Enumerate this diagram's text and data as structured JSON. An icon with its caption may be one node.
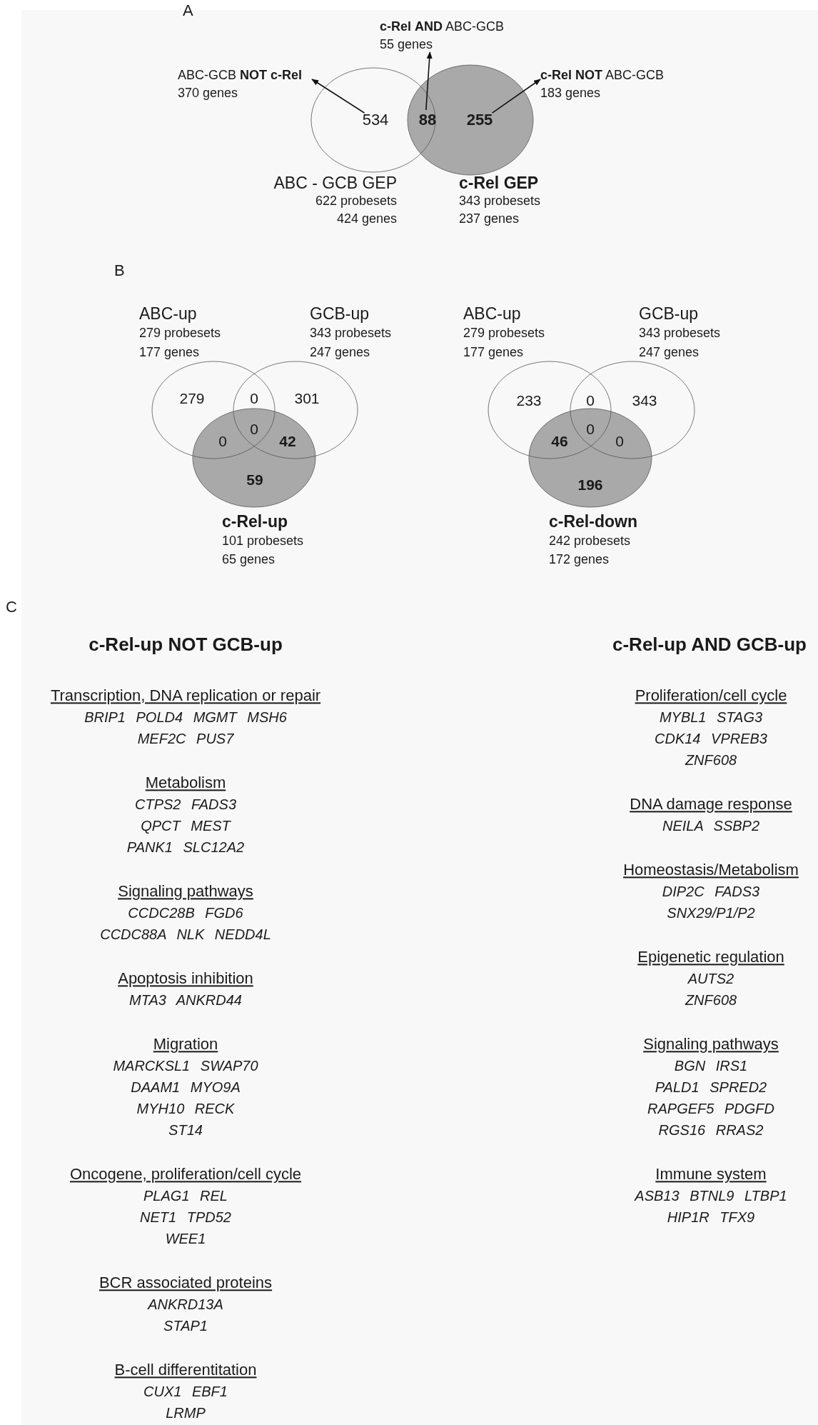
{
  "diagram": {
    "nodes": [
      {
        "text": [
          "ABC - GCB GEP",
          "622 probesets",
          "424 genes"
        ]
      },
      {
        "text": [
          "c-Rel GEP",
          "343 probesets",
          "237 genes"
        ]
      },
      {
        "text": [
          "534"
        ],
        "in": 0
      },
      {
        "text": [
          "88"
        ]
      },
      {
        "text": [
          "255"
        ],
        "in": 1
      },
      {
        "text": [
          "ABC-GCB **NOT** **c-Rel**",
          "370 genes"
        ]
      },
      {
        "text": [
          "**c-Rel** **AND** ABC-GCB",
          "55 genes"
        ]
      },
      {
        "text": [
          "**c-Rel** **NOT** ABC-GCB",
          "183 genes"
        ]
      },
      {
        "text": [
          "ABC-up",
          "279 probesets",
          "177 genes"
        ]
      },
      {
        "text": [
          "GCB-up",
          "343 probesets",
          "247 genes"
        ]
      },
      {
        "text": [
          "c-Rel-up",
          "101 probesets",
          "65 genes"
        ]
      },
      {
        "text": [
          "ABC-up",
          "279 probesets",
          "177 genes"
        ]
      },
      {
        "text": [
          "GCB-up",
          "343 probesets",
          "247 genes"
        ]
      },
      {
        "text": [
          "c-Rel-down",
          "242 probesets",
          "172 genes"
        ]
      }
    ],
    "edges": [
      {
        "from": 2,
        "to": 5,
        "arrow": "to"
      },
      {
        "from": 3,
        "to": 6,
        "arrow": "to"
      },
      {
        "from": 4,
        "to": 7,
        "arrow": "to"
      }
    ],
    "labels": [
      "A",
      "B",
      "279",
      "0",
      "301",
      "0",
      "0",
      "42",
      "59",
      "233",
      "0",
      "343",
      "0",
      "46",
      "0",
      "196",
      "C",
      "c-Rel-up NOT GCB-up",
      "c-Rel-up AND GCB-up",
      "Transcription, DNA replication or repair",
      "BRIP1 POLD4 MGMT MSH6",
      "MEF2C PUS7",
      "Metabolism",
      "CTPS2 FADS3",
      "QPCT MEST",
      "PANK1 SLC12A2",
      "Signaling pathways",
      "CCDC28B FGD6",
      "CCDC88A NLK NEDD4L",
      "Apoptosis inhibition",
      "MTA3 ANKRD44",
      "Migration",
      "MARCKSL1 SWAP70",
      "DAAM1 MYO9A",
      "MYH10 RECK",
      "ST14",
      "Oncogene, proliferation/cell cycle",
      "PLAG1 REL",
      "NET1 TPD52",
      "WEE1",
      "BCR associated proteins",
      "ANKRD13A",
      "STAP1",
      "B-cell differentitation",
      "CUX1 EBF1",
      "LRMP",
      "Proliferation/cell cycle",
      "MYBL1 STAG3",
      "CDK14 VPREB3",
      "ZNF608",
      "DNA damage response",
      "NEILA SSBP2",
      "Homeostasis/Metabolism",
      "DIP2C FADS3",
      "SNX29/P1/P2",
      "Epigenetic regulation",
      "AUTS2",
      "ZNF608",
      "Signaling pathways",
      "BGN IRS1",
      "PALD1 SPRED2",
      "RAPGEF5 PDGFD",
      "RGS16 RRAS2",
      "Immune system",
      "ASB13 BTNL9 LTBP1",
      "HIP1R TFX9"
    ]
  }
}
